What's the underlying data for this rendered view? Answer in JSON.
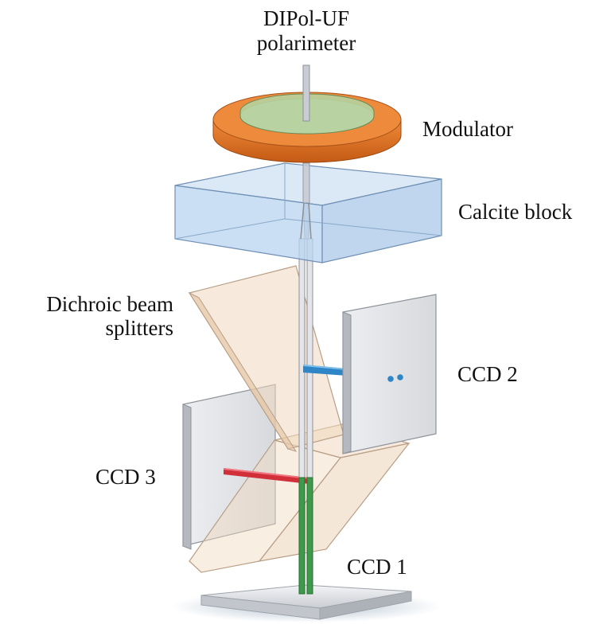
{
  "title": {
    "line1": "DIPol-UF",
    "line2": "polarimeter"
  },
  "labels": {
    "modulator": "Modulator",
    "calcite": "Calcite block",
    "beam_line1": "Dichroic beam",
    "beam_line2": "splitters",
    "ccd2": "CCD 2",
    "ccd3": "CCD 3",
    "ccd1": "CCD 1"
  },
  "colors": {
    "modulator_ring": "#e0742a",
    "calcite_block": "#b8d4ef",
    "beam_splitter": "#f1d9bf",
    "ccd_panel": "#dfe0e3",
    "blue_beam": "#2f86c6",
    "red_beam": "#d12f3a",
    "green_beam": "#3d9a4c"
  }
}
